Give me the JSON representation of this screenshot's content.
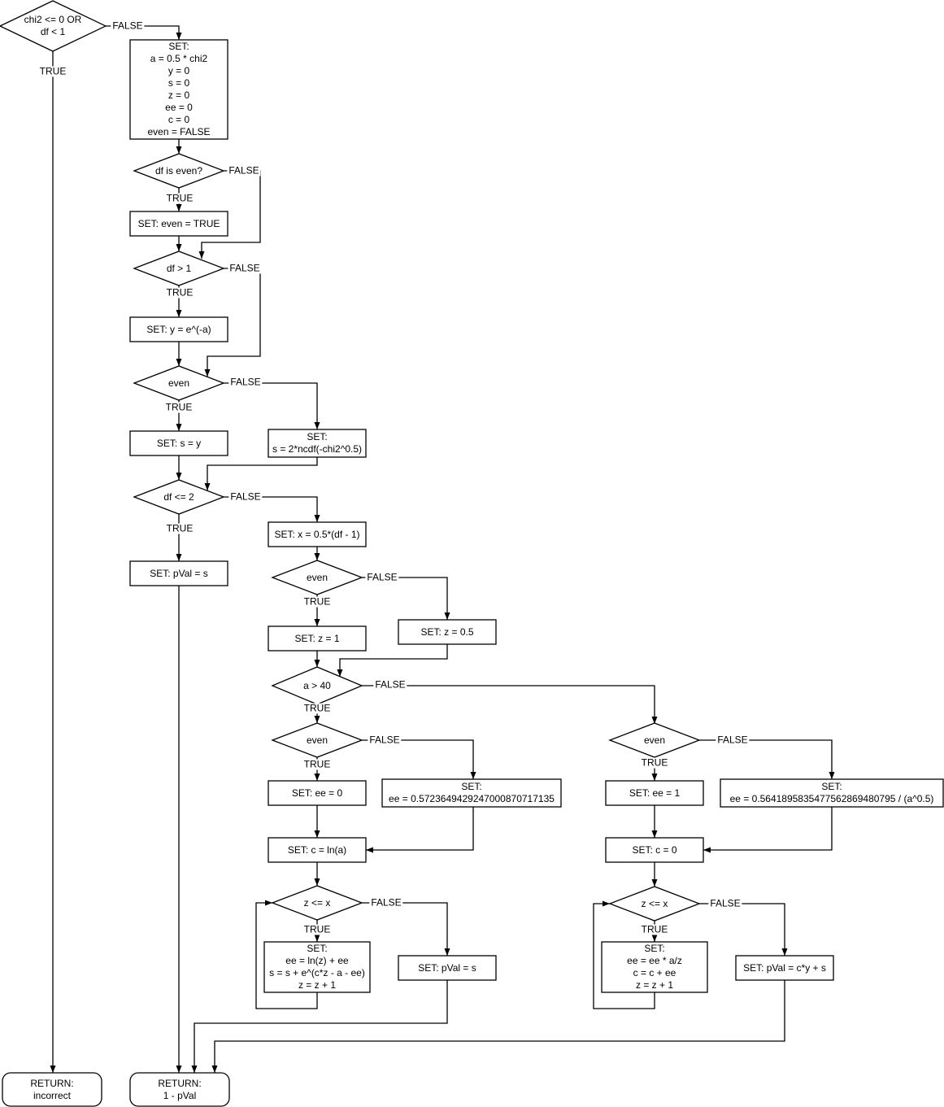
{
  "background": "#ffffff",
  "stroke_color": "#000000",
  "labels": {
    "true_label": "TRUE",
    "false_label": "FALSE"
  },
  "nodes": {
    "start_check": {
      "type": "decision",
      "text": "chi2 <= 0 OR\ndf < 1"
    },
    "init": {
      "type": "process",
      "text": "SET:\na = 0.5 * chi2\ny = 0\ns = 0\nz = 0\nee = 0\nc = 0\neven = FALSE"
    },
    "df_even": {
      "type": "decision",
      "text": "df is even?"
    },
    "set_even_true": {
      "type": "process",
      "text": "SET: even = TRUE"
    },
    "df_gt_1": {
      "type": "decision",
      "text": "df > 1"
    },
    "set_y": {
      "type": "process",
      "text": "SET: y = e^(-a)"
    },
    "even_check_1": {
      "type": "decision",
      "text": "even"
    },
    "set_s_y": {
      "type": "process",
      "text": "SET: s = y"
    },
    "set_s_ncdf": {
      "type": "process",
      "text": "SET:\ns = 2*ncdf(-chi2^0.5)"
    },
    "df_le_2": {
      "type": "decision",
      "text": "df <= 2"
    },
    "set_pval_s_top": {
      "type": "process",
      "text": "SET: pVal = s"
    },
    "set_x": {
      "type": "process",
      "text": "SET: x = 0.5*(df - 1)"
    },
    "even_check_2": {
      "type": "decision",
      "text": "even"
    },
    "set_z_1": {
      "type": "process",
      "text": "SET: z = 1"
    },
    "set_z_05": {
      "type": "process",
      "text": "SET: z = 0.5"
    },
    "a_gt_40": {
      "type": "decision",
      "text": "a > 40"
    },
    "even_check_left": {
      "type": "decision",
      "text": "even"
    },
    "set_ee_0": {
      "type": "process",
      "text": "SET: ee = 0"
    },
    "set_ee_logsqrtpi": {
      "type": "process",
      "text": "SET:\nee = 0.5723649429247000870717135"
    },
    "set_c_lna": {
      "type": "process",
      "text": "SET: c = ln(a)"
    },
    "z_le_x_left": {
      "type": "decision",
      "text": "z <= x"
    },
    "loop_left": {
      "type": "process",
      "text": "SET:\nee = ln(z) + ee\ns = s + e^(c*z - a - ee)\nz = z + 1"
    },
    "set_pval_s_left": {
      "type": "process",
      "text": "SET: pVal = s"
    },
    "even_check_right": {
      "type": "decision",
      "text": "even"
    },
    "set_ee_1": {
      "type": "process",
      "text": "SET: ee = 1"
    },
    "set_ee_isqrtpi": {
      "type": "process",
      "text": "SET:\nee = 0.5641895835477562869480795 / (a^0.5)"
    },
    "set_c_0": {
      "type": "process",
      "text": "SET: c = 0"
    },
    "z_le_x_right": {
      "type": "decision",
      "text": "z <= x"
    },
    "loop_right": {
      "type": "process",
      "text": "SET:\nee = ee * a/z\nc = c + ee\nz = z + 1"
    },
    "set_pval_cys": {
      "type": "process",
      "text": "SET: pVal = c*y + s"
    },
    "return_incorrect": {
      "type": "terminator",
      "text": "RETURN:\nincorrect"
    },
    "return_pval": {
      "type": "terminator",
      "text": "RETURN:\n1 - pVal"
    }
  }
}
